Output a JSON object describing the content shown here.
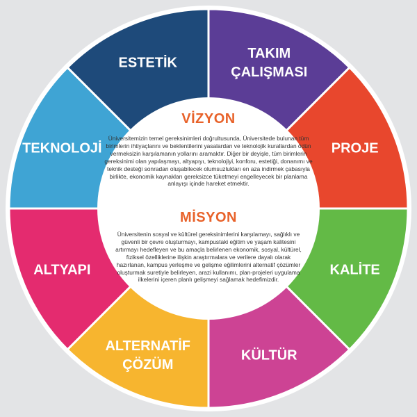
{
  "colors": {
    "background": "#e3e4e6",
    "ring": "#ffffff",
    "center": "#ffffff",
    "heading": "#e8622a",
    "text": "#333333"
  },
  "segments": [
    {
      "lines": [
        "TAKIM",
        "ÇALIŞMASI"
      ],
      "color": "#5b3d96"
    },
    {
      "lines": [
        "PROJE"
      ],
      "color": "#e8472d"
    },
    {
      "lines": [
        "KALİTE"
      ],
      "color": "#63ba46"
    },
    {
      "lines": [
        "KÜLTÜR"
      ],
      "color": "#cd4394"
    },
    {
      "lines": [
        "ALTERNATİF",
        "ÇÖZÜM"
      ],
      "color": "#f7b52f"
    },
    {
      "lines": [
        "ALTYAPI"
      ],
      "color": "#e42b6f"
    },
    {
      "lines": [
        "TEKNOLOJİ"
      ],
      "color": "#3fa4d4"
    },
    {
      "lines": [
        "ESTETİK"
      ],
      "color": "#1e4a7a"
    }
  ],
  "vision": {
    "title": "VİZYON",
    "text": "Üniversitemizin temel gereksinimleri doğrultusunda, Üniversitede bulunan tüm birimlerin ihtiyaçlarını ve beklentilerini yasalardan ve teknolojik kurallardan ödün vermeksizin karşılamanın yollarını aramaktır. Diğer bir deyişle, tüm birimlerin gereksinimi olan yapılaşmayı, altyapıyı, teknolojiyi, konforu, estetiği, donanımı ve teknik desteği sonradan oluşabilecek olumsuzlukları en aza indirmek çabasıyla birlikte, ekonomik kaynakları gereksizce tüketmeyi engelleyecek bir planlama anlayışı içinde hareket etmektir."
  },
  "mission": {
    "title": "MİSYON",
    "text": "Üniversitenin sosyal ve kültürel gereksinimlerini karşılamayı, sağlıklı ve güvenli bir çevre oluşturmayı, kampustaki eğitim ve yaşam kalitesini artırmayı hedefleyen ve bu amaçla belirlenen ekonomik, sosyal, kültürel, fiziksel özelliklerine ilişkin araştırmalara ve verilere dayalı olarak hazırlanan, kampus yerleşme ve gelişme eğilimlerini alternatif çözümler oluşturmak suretiyle belirleyen, arazi kullanımı, plan-projeleri uygulama ilkelerini içeren planlı gelişmeyi sağlamak hedefimizdir."
  }
}
